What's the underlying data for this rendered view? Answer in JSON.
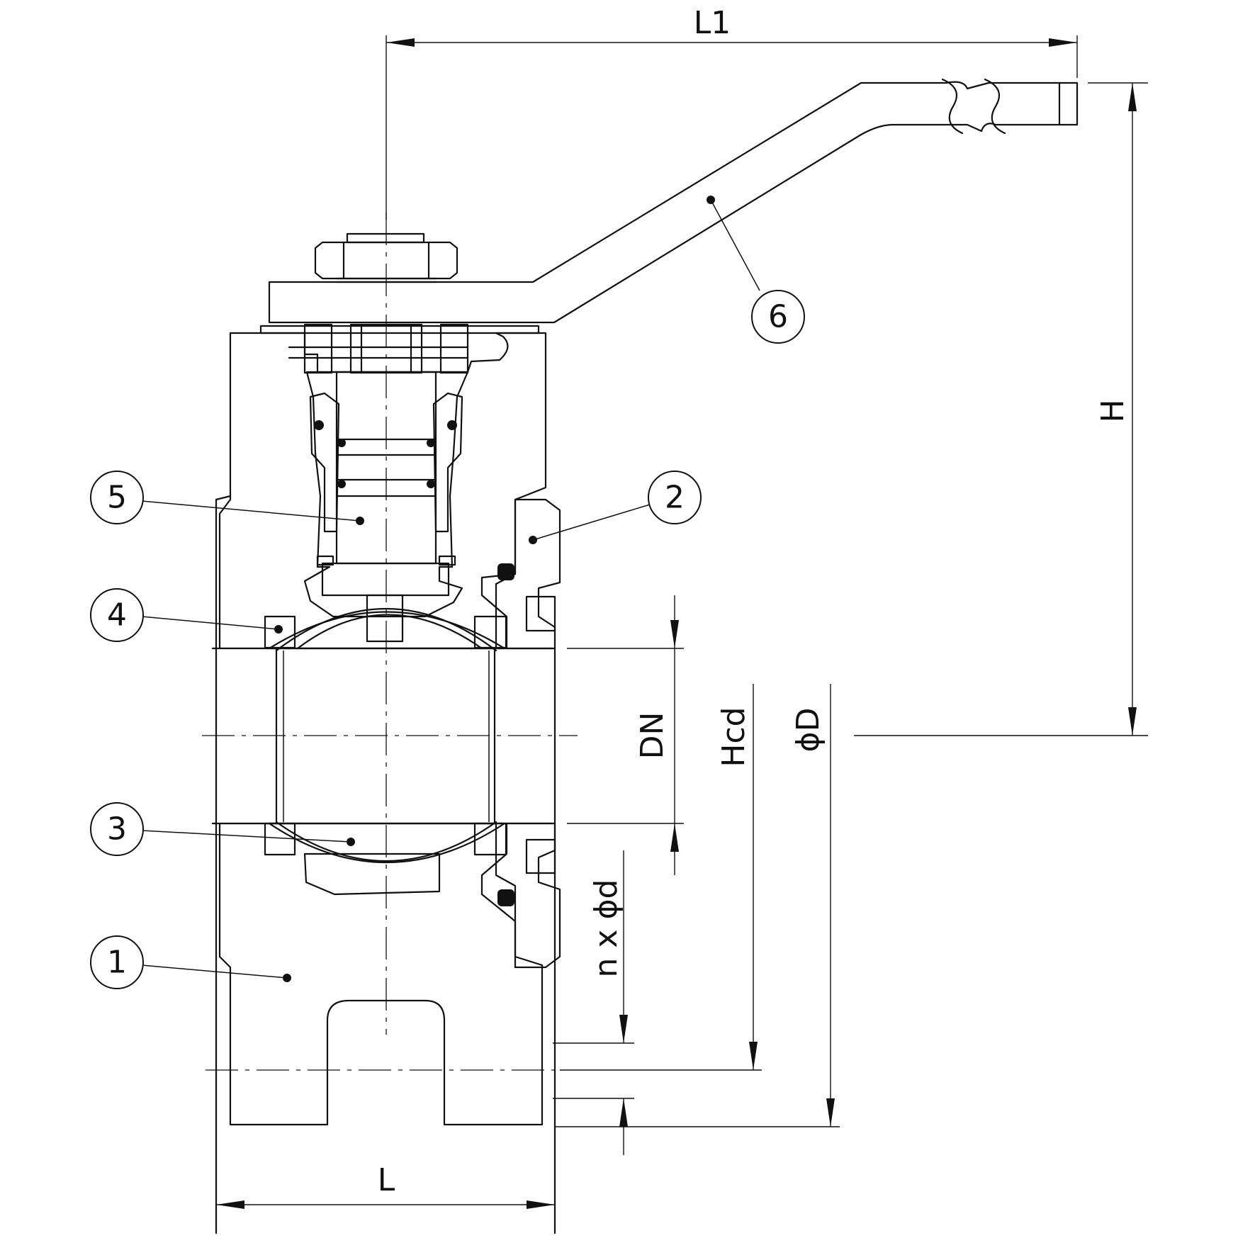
{
  "dimensions": {
    "L1": "L1",
    "H": "H",
    "DN": "DN",
    "Hcd": "Hcd",
    "D": "ϕD",
    "nd": "n x ϕd",
    "L": "L"
  },
  "balloons": [
    "1",
    "2",
    "3",
    "4",
    "5",
    "6"
  ],
  "colors": {
    "line": "#111111",
    "background": "#ffffff"
  }
}
